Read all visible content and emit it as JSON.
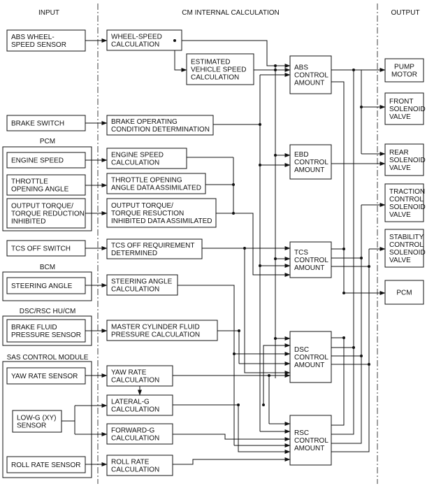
{
  "headers": {
    "input": "INPUT",
    "calc": "CM INTERNAL CALCULATION",
    "output": "OUTPUT"
  },
  "groups": {
    "pcm": "PCM",
    "bcm": "BCM",
    "dsc": "DSC/RSC HU/CM",
    "sas": "SAS CONTROL MODULE"
  },
  "inputs": {
    "abs_sensor": [
      "ABS WHEEL-",
      "SPEED SENSOR"
    ],
    "brake_switch": [
      "BRAKE SWITCH"
    ],
    "engine_speed": [
      "ENGINE SPEED"
    ],
    "throttle": [
      "THROTTLE",
      "OPENING ANGLE"
    ],
    "output_torque": [
      "OUTPUT TORQUE/",
      "TORQUE REDUCTION",
      "INHIBITED"
    ],
    "tcs_off_switch": [
      "TCS OFF SWITCH"
    ],
    "steering_angle": [
      "STEERING ANGLE"
    ],
    "brake_fluid": [
      "BRAKE FLUID",
      "PRESSURE SENSOR"
    ],
    "yaw_rate_sensor": [
      "YAW RATE SENSOR"
    ],
    "low_g": [
      "LOW-G (XY)",
      "SENSOR"
    ],
    "roll_rate_sensor": [
      "ROLL RATE SENSOR"
    ]
  },
  "calcs": {
    "wheel_speed": [
      "WHEEL-SPEED",
      "CALCULATION"
    ],
    "est_speed": [
      "ESTIMATED",
      "VEHICLE SPEED",
      "CALCULATION"
    ],
    "brake_op": [
      "BRAKE OPERATING",
      "CONDITION DETERMINATION"
    ],
    "engine_speed_calc": [
      "ENGINE SPEED",
      "CALCULATION"
    ],
    "throttle_data": [
      "THROTTLE OPENING",
      "ANGLE DATA ASSIMILATED"
    ],
    "torque_data": [
      "OUTPUT TORQUE/",
      "TORQUE RESUCTION",
      "INHIBITED DATA ASSIMILATED"
    ],
    "tcs_off_req": [
      "TCS OFF REQUIREMENT",
      "DETERMINED"
    ],
    "steering_calc": [
      "STEERING ANGLE",
      "CALCULATION"
    ],
    "master_cyl": [
      "MASTER CYLINDER FLUID",
      "PRESSURE CALCULATION"
    ],
    "yaw_calc": [
      "YAW RATE",
      "CALCULATION"
    ],
    "lateral_g": [
      "LATERAL-G",
      "CALCULATION"
    ],
    "forward_g": [
      "FORWARD-G",
      "CALCULATION"
    ],
    "roll_calc": [
      "ROLL RATE",
      "CALCULATION"
    ]
  },
  "controls": {
    "abs": [
      "ABS",
      "CONTROL",
      "AMOUNT"
    ],
    "ebd": [
      "EBD",
      "CONTROL",
      "AMOUNT"
    ],
    "tcs": [
      "TCS",
      "CONTROL",
      "AMOUNT"
    ],
    "dsc": [
      "DSC",
      "CONTROL",
      "AMOUNT"
    ],
    "rsc": [
      "RSC",
      "CONTROL",
      "AMOUNT"
    ]
  },
  "outputs": {
    "pump_motor": [
      "PUMP",
      "MOTOR"
    ],
    "front_valve": [
      "FRONT",
      "SOLENOID",
      "VALVE"
    ],
    "rear_valve": [
      "REAR",
      "SOLENOID",
      "VALVE"
    ],
    "traction_valve": [
      "TRACTION",
      "CONTROL",
      "SOLENOID",
      "VALVE"
    ],
    "stability_valve": [
      "STABILITY",
      "CONTROL",
      "SOLENOID",
      "VALVE"
    ],
    "pcm": [
      "PCM"
    ]
  }
}
